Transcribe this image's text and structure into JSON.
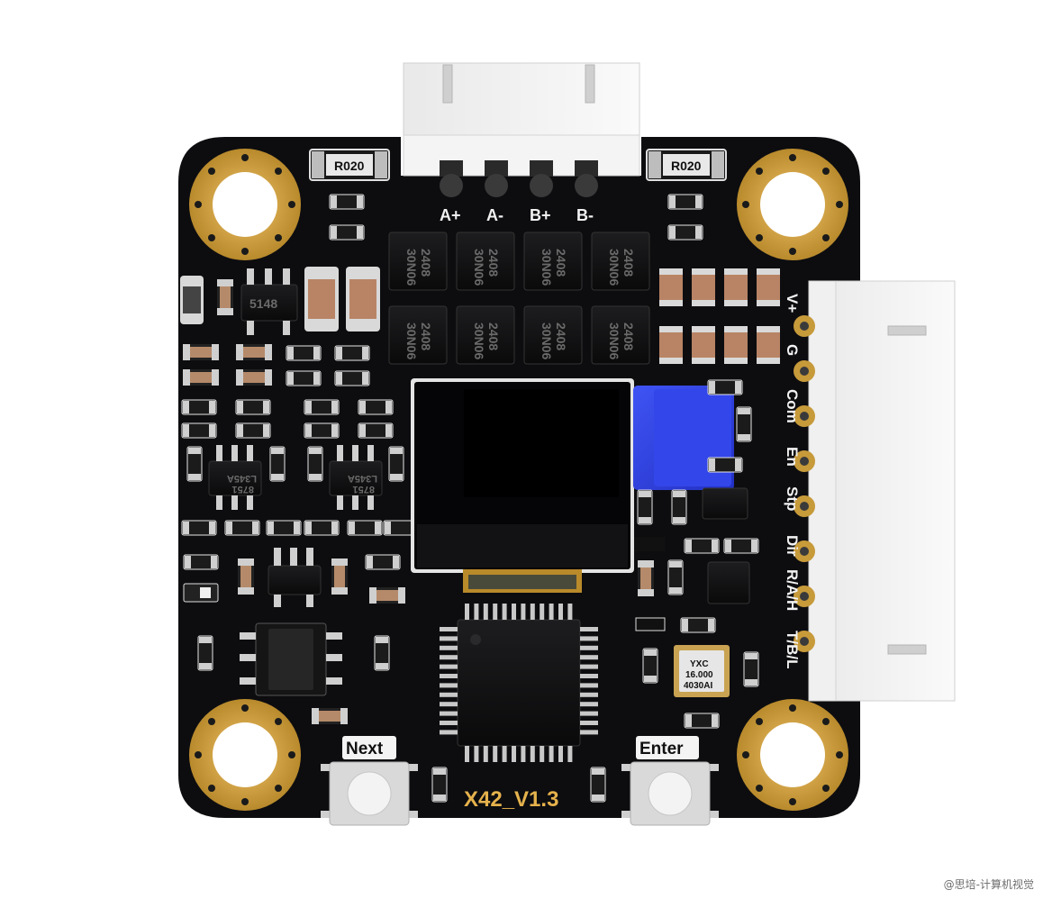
{
  "board": {
    "motor_pins": [
      "A+",
      "A-",
      "B+",
      "B-"
    ],
    "side_pins": [
      "V+",
      "G",
      "Com",
      "En",
      "Stp",
      "Dir",
      "R/A/H",
      "T/B/L"
    ],
    "version_label": "X42_V1.3",
    "button_next_label": "Next",
    "button_enter_label": "Enter",
    "resistor_code": "R020",
    "mosfet_line1": "30N06",
    "mosfet_line2": "2408",
    "sot_left": "5148",
    "driver_line1": "8751",
    "driver_line2": "L345A",
    "crystal_line1": "YXC",
    "crystal_line2": "16.000",
    "crystal_line3": "4030AI",
    "oled_color": "#000000",
    "potentiometer_color": "#2b3fe0",
    "pcb_color": "#0d0d10",
    "pad_color": "#c99a3a"
  },
  "watermark": "@思培-计算机视觉"
}
